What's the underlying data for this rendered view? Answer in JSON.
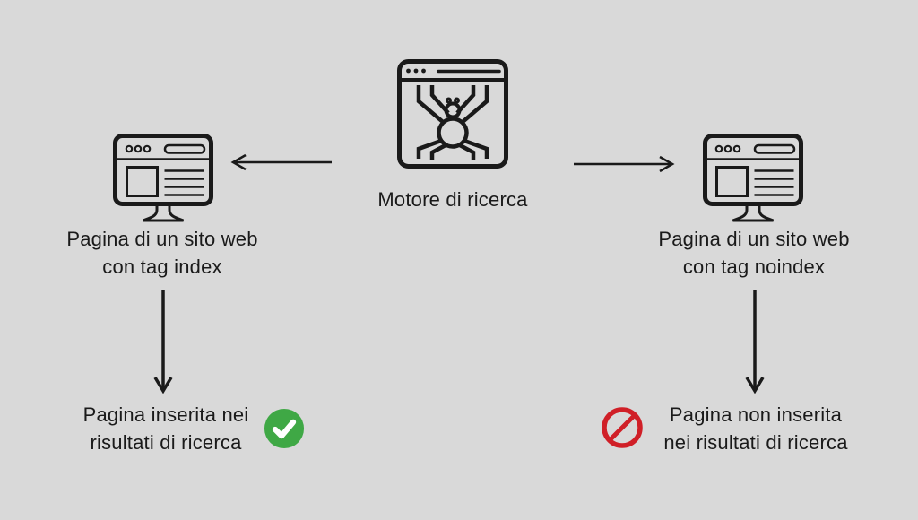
{
  "diagram": {
    "title": "Motore di ricerca",
    "background_color": "#d9d9d9",
    "ink_color": "#1a1a1a",
    "center": {
      "icon": "spider-crawler-browser-icon",
      "label": "Motore di ricerca"
    },
    "left_branch": {
      "icon": "webpage-monitor-icon",
      "page_label_line1": "Pagina di un sito web",
      "page_label_line2": "con tag index",
      "result_line1": "Pagina inserita nei",
      "result_line2": "risultati di ricerca",
      "result_icon": "check-circle-icon",
      "result_color": "#3fa845"
    },
    "right_branch": {
      "icon": "webpage-monitor-icon",
      "page_label_line1": "Pagina di un sito web",
      "page_label_line2": "con tag noindex",
      "result_line1": "Pagina non inserita",
      "result_line2": "nei risultati di ricerca",
      "result_icon": "prohibition-icon",
      "result_color": "#d01f27"
    }
  }
}
